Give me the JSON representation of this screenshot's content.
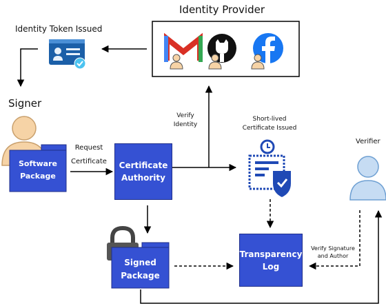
{
  "identity_provider": {
    "title": "Identity Provider",
    "providers": [
      "gmail-icon",
      "github-icon",
      "facebook-icon"
    ]
  },
  "token_issued": {
    "label": "Identity Token Issued"
  },
  "signer": {
    "label": "Signer"
  },
  "software_package": {
    "line1": "Software",
    "line2": "Package"
  },
  "request_certificate": {
    "line1": "Request",
    "line2": "Certificate"
  },
  "certificate_authority": {
    "line1": "Certificate",
    "line2": "Authority"
  },
  "verify_identity": {
    "line1": "Verify",
    "line2": "Identity"
  },
  "short_lived_cert": {
    "line1": "Short-lived",
    "line2": "Certificate Issued"
  },
  "verifier": {
    "label": "Verifier"
  },
  "signed_package": {
    "line1": "Signed",
    "line2": "Package"
  },
  "transparency_log": {
    "line1": "Transparency",
    "line2": "Log"
  },
  "verify_signature": {
    "line1": "Verify Signature",
    "line2": "and Author"
  },
  "colors": {
    "box_blue": "#3551d3",
    "person": "#f6d3a6",
    "verifier_person": "#c6dcf3",
    "gmail_red": "#d93025",
    "facebook_blue": "#1877f2"
  }
}
